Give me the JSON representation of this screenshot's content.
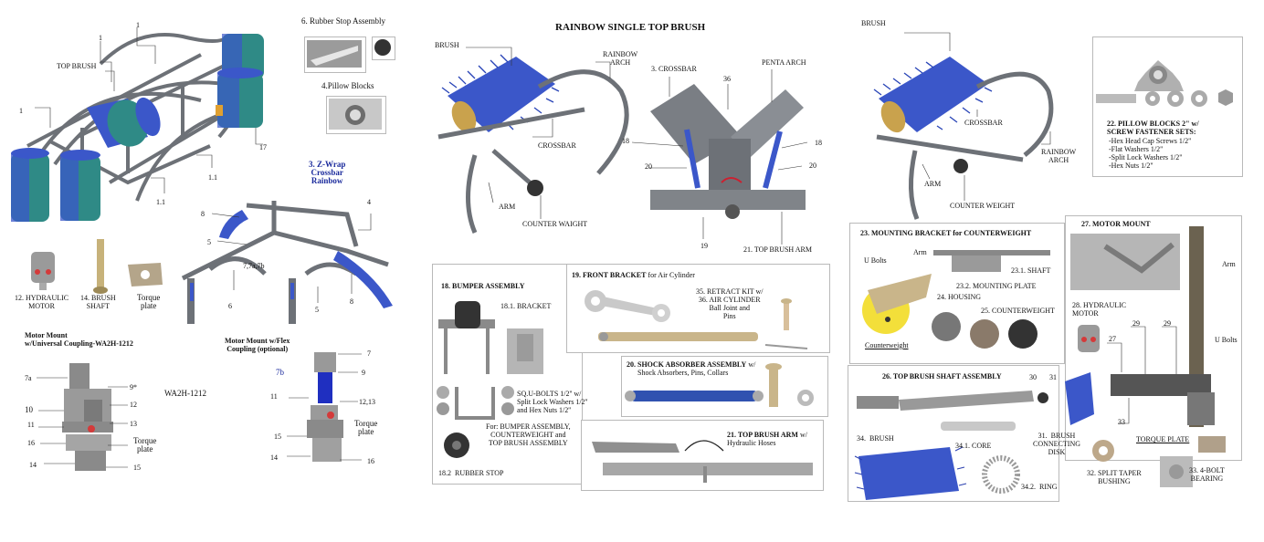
{
  "left": {
    "labels": {
      "top_brush": "TOP BRUSH",
      "n1a": "1",
      "n1b": "1",
      "n1c": "1",
      "n1_1a": "1.1",
      "n1_1b": "1.1",
      "n17": "17",
      "rubber_stop": "6. Rubber Stop Assembly",
      "pillow_blocks": "4.Pillow Blocks",
      "zwrap": "3. Z-Wrap\nCrossbar\nRainbow",
      "n8a": "8",
      "n8b": "8",
      "n5a": "5",
      "n5b": "5",
      "n4": "4",
      "n6": "6",
      "n7ab": "7,7a,7b",
      "hydraulic_motor": "12. HYDRAULIC\nMOTOR",
      "brush_shaft": "14. BRUSH\nSHAFT",
      "torque_plate": "Torque\nplate",
      "motor_mount_universal": "Motor Mount\nw/Universal Coupling-WA2H-1212",
      "motor_mount_flex": "Motor Mount w/Flex\nCoupling (optional)",
      "wa2h": "WA2H-1212",
      "mm": {
        "7a": "7a",
        "9s": "9*",
        "10": "10",
        "12": "12",
        "11": "11",
        "13": "13",
        "16": "16",
        "tp": "Torque\nplate",
        "14": "14",
        "15": "15"
      },
      "flex": {
        "7": "7",
        "7b": "7b",
        "9": "9",
        "11": "11",
        "12_13": "12,13",
        "tp": "Torque\nplate",
        "15": "15",
        "14": "14",
        "16": "16"
      }
    }
  },
  "middle": {
    "title": "RAINBOW SINGLE TOP BRUSH",
    "brush": "BRUSH",
    "rainbow_arch": "RAINBOW\nARCH",
    "crossbar": "CROSSBAR",
    "arm": "ARM",
    "counter_weight": "COUNTER WAIGHT",
    "crossbar3": "3. CROSSBAR",
    "n36": "36",
    "penta_arch": "PENTA ARCH",
    "n18a": "18",
    "n18b": "18",
    "n20a": "20",
    "n20b": "20",
    "n19": "19",
    "top_brush_arm21": "21. TOP BRUSH ARM",
    "bumper": {
      "title": "18. BUMPER ASSEMBLY",
      "bracket": "18.1. BRACKET",
      "ubolts": "SQ.U-BOLTS 1/2'' w/\nSplit Lock Washers 1/2''\nand Hex Nuts 1/2''",
      "for": "For: BUMPER ASSEMBLY,\nCOUNTERWEIGHT and\nTOP BRUSH ASSEMBLY",
      "rubber_stop": "18.2  RUBBER STOP"
    },
    "front_bracket": {
      "title": "19. FRONT BRACKET",
      "sub": " for Air Cylinder",
      "retract": "35. RETRACT KIT w/\n36. AIR CYLINDER\nBall Joint and\nPins"
    },
    "shock": {
      "title": "20. SHOCK ABSORBER ASSEMBLY",
      "sub": " w/",
      "detail": "Shock Absorbers, Pins, Collars"
    },
    "arm21": {
      "title": "21. TOP BRUSH ARM",
      "sub": " w/\nHydraulic Hoses"
    }
  },
  "right": {
    "brush": "BRUSH",
    "crossbar": "CROSSBAR",
    "rainbow_arch": "RAINBOW\nARCH",
    "arm": "ARM",
    "counter_weight": "COUNTER WEIGHT",
    "pillow": {
      "title": "22. PILLOW BLOCKS 2\" w/\nSCREW FASTENER SETS:",
      "items": "-Hex Head Cap Screws 1/2\"\n-Flat Washers 1/2\"\n-Split Lock Washers 1/2\"\n-Hex Nuts 1/2\""
    },
    "mounting": {
      "title": "23. MOUNTING BRACKET for COUNTERWEIGHT",
      "ubolts": "U Bolts",
      "arm": "Arm",
      "shaft": "23.1. SHAFT",
      "plate": "23.2. MOUNTING PLATE",
      "housing": "24. HOUSING",
      "counterweight25": "25. COUNTERWEIGHT",
      "counterweight": "Counterweight"
    },
    "motor_mount": {
      "title": "27. MOTOR MOUNT",
      "arm": "Arm",
      "hydraulic": "28. HYDRAULIC\nMOTOR",
      "n29a": "29",
      "n29b": "29",
      "n27": "27",
      "ubolts": "U Bolts",
      "n33": "33",
      "torque": "TORQUE PLATE"
    },
    "shaft_asm": {
      "title": "26. TOP BRUSH SHAFT ASSEMBLY",
      "n30": "30",
      "n31": "31",
      "brush34": "34.  BRUSH",
      "core": "34.1. CORE",
      "disk": "31.  BRUSH\nCONNECTING\nDISK",
      "bushing": "32. SPLIT TAPER\nBUSHING",
      "bearing": "33. 4-BOLT\nBEARING",
      "ring": "34.2.  RING"
    }
  },
  "colors": {
    "brush_blue": "#3b57c9",
    "brush_teal": "#2f8a86",
    "frame_gray": "#6d7177",
    "motor_red": "#d43a3a",
    "yellow": "#f3df3a",
    "label_blue": "#1a2a9c"
  }
}
